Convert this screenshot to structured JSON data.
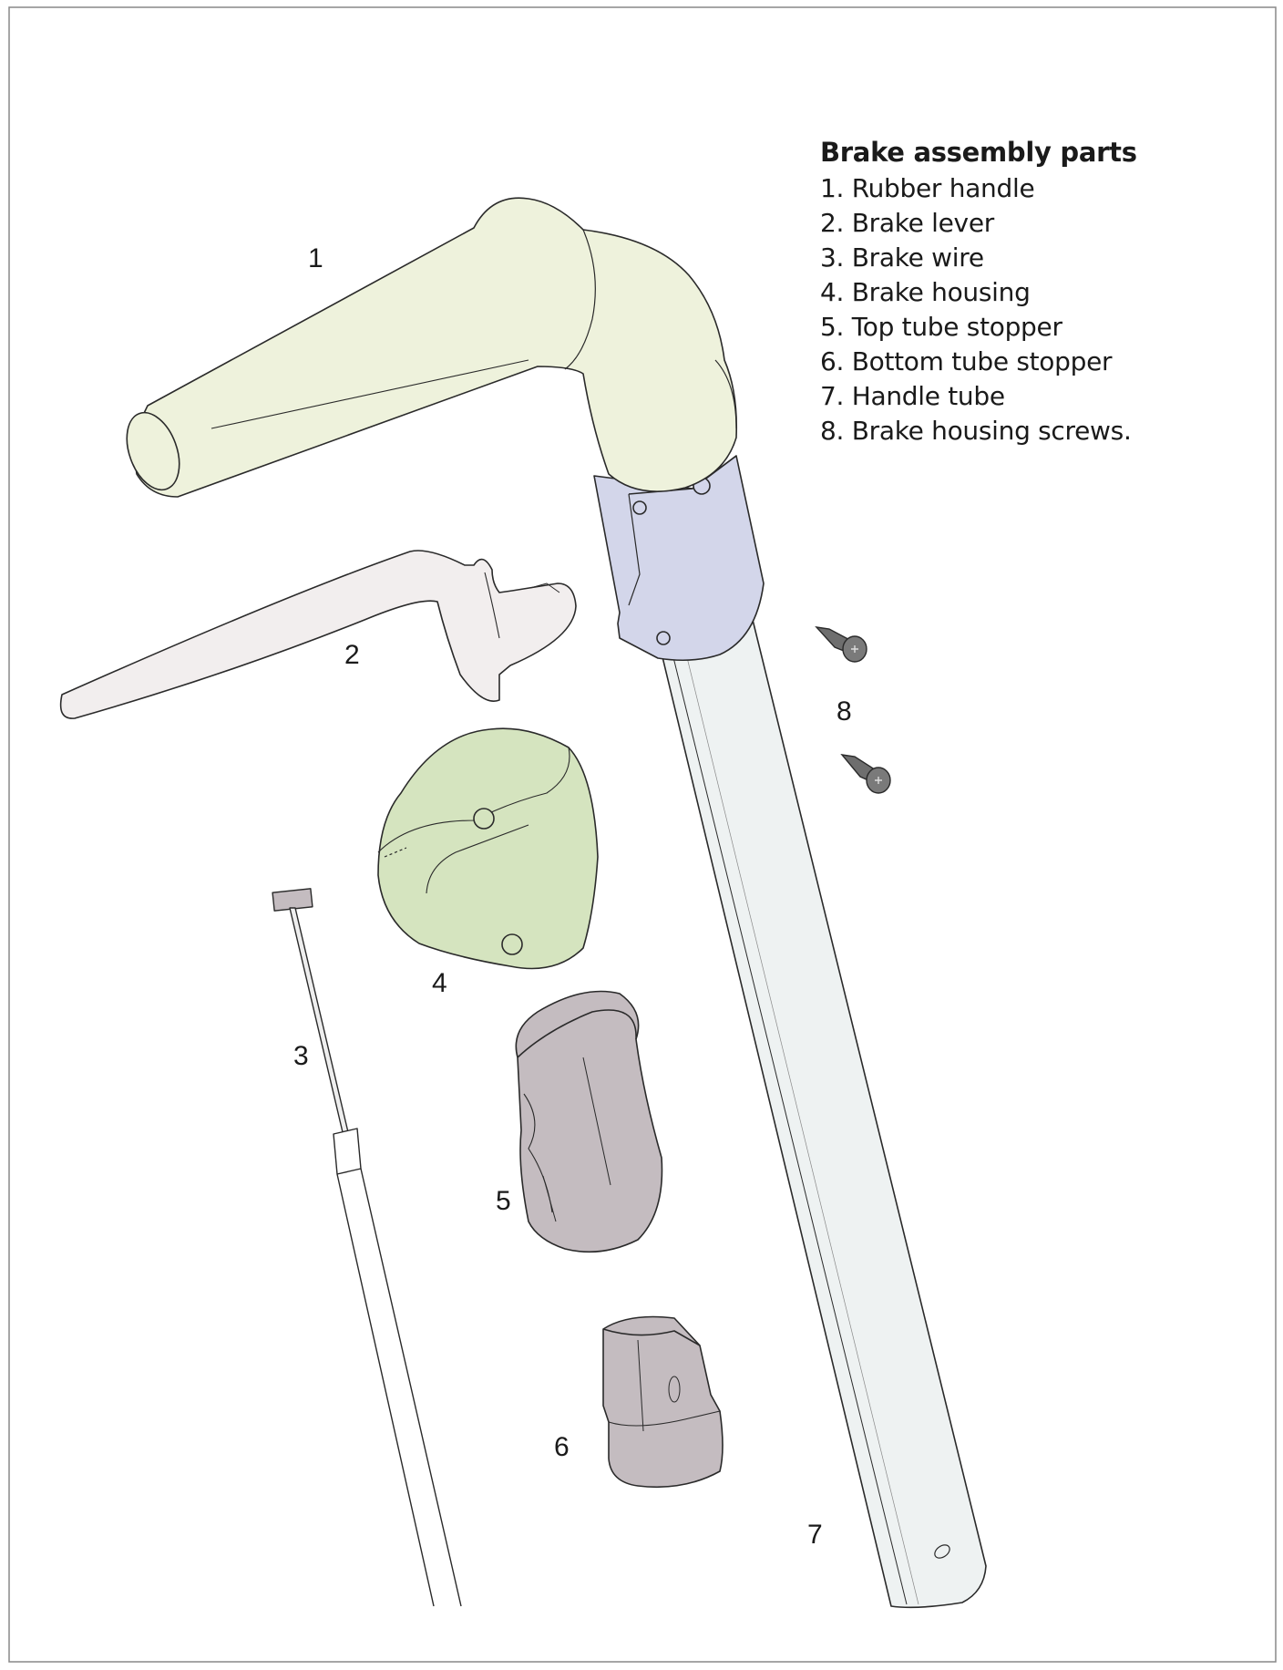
{
  "legend": {
    "title": "Brake assembly parts",
    "items": [
      "1. Rubber handle",
      "2. Brake lever",
      "3. Brake wire",
      "4. Brake housing",
      "5. Top tube stopper",
      "6. Bottom tube stopper",
      "7. Handle tube",
      "8. Brake housing screws."
    ]
  },
  "callouts": {
    "rubber_handle": "1",
    "brake_lever": "2",
    "brake_wire": "3",
    "brake_housing": "4",
    "top_tube_stopper": "5",
    "bottom_tube_stopper": "6",
    "handle_tube": "7",
    "brake_housing_screws": "8"
  },
  "colors": {
    "rubber_handle": "#eef2dc",
    "brake_lever": "#f2eeee",
    "brake_housing": "#d5e4bf",
    "housing_cap": "#d3d6ea",
    "handle_tube": "#eef2f2",
    "stopper": "#c4bcc0",
    "screw": "#6e6e6e",
    "outline": "#2a2a2a",
    "frame": "#888888"
  }
}
